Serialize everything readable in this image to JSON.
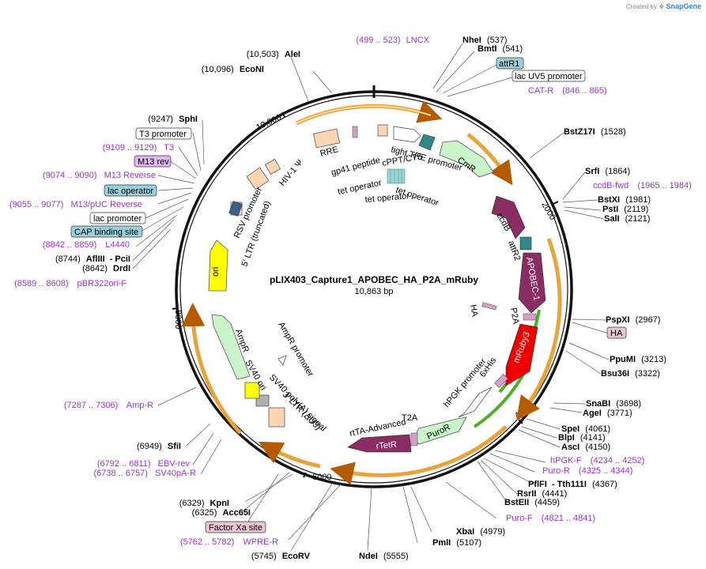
{
  "credit": {
    "prefix": "Created by",
    "brand": "SnapGene"
  },
  "plasmid": {
    "name": "pLIX403_Capture1_APOBEC_HA_P2A_mRuby",
    "length": "10,863 bp"
  },
  "ticks": [
    "2000",
    "4000",
    "6000",
    "8000",
    "10,000"
  ],
  "sites": [
    {
      "name": "NheI",
      "pos": "(537)"
    },
    {
      "name": "BmtI",
      "pos": "(541)"
    },
    {
      "name": "BstZ17I",
      "pos": "(1528)"
    },
    {
      "name": "SrfI",
      "pos": "(1864)"
    },
    {
      "name": "BstXI",
      "pos": "(1981)"
    },
    {
      "name": "PstI",
      "pos": "(2119)"
    },
    {
      "name": "SalI",
      "pos": "(2121)"
    },
    {
      "name": "PspXI",
      "pos": "(2967)"
    },
    {
      "name": "PpuMI",
      "pos": "(3213)"
    },
    {
      "name": "Bsu36I",
      "pos": "(3322)"
    },
    {
      "name": "SnaBI",
      "pos": "(3698)"
    },
    {
      "name": "AgeI",
      "pos": "(3771)"
    },
    {
      "name": "SpeI",
      "pos": "(4061)"
    },
    {
      "name": "BlpI",
      "pos": "(4141)"
    },
    {
      "name": "AscI",
      "pos": "(4150)"
    },
    {
      "name": "PflFI",
      "pos": ""
    },
    {
      "name": "- Tth111I",
      "pos": "(4367)"
    },
    {
      "name": "RsrII",
      "pos": "(4441)"
    },
    {
      "name": "BstEII",
      "pos": "(4459)"
    },
    {
      "name": "XbaI",
      "pos": "(4979)"
    },
    {
      "name": "PmlI",
      "pos": "(5107)"
    },
    {
      "name": "NdeI",
      "pos": "(5555)"
    },
    {
      "name": "EcoRV",
      "pos": "(5745)"
    },
    {
      "name": "Acc65I",
      "pos": "(6325)"
    },
    {
      "name": "KpnI",
      "pos": "(6329)"
    },
    {
      "name": "SfiI",
      "pos": "(6949)"
    },
    {
      "name": "DrdI",
      "pos": "(8642)"
    },
    {
      "name": "AflIII",
      "pos": "(8744)"
    },
    {
      "name": "- PciI",
      "pos": ""
    },
    {
      "name": "SphI",
      "pos": "(9247)"
    },
    {
      "name": "EcoNI",
      "pos": "(10,096)"
    },
    {
      "name": "AleI",
      "pos": "(10,503)"
    }
  ],
  "primers": [
    {
      "name": "LNCX",
      "range": "(499 .. 523)"
    },
    {
      "name": "CAT-R",
      "range": "(846 .. 865)"
    },
    {
      "name": "ccdB-fwd",
      "range": "(1965 .. 1984)"
    },
    {
      "name": "hPGK-F",
      "range": "(4234 .. 4252)"
    },
    {
      "name": "Puro-R",
      "range": "(4325 .. 4344)"
    },
    {
      "name": "Puro-F",
      "range": "(4821 .. 4841)"
    },
    {
      "name": "WPRE-R",
      "range": "(5762 .. 5782)"
    },
    {
      "name": "SV40pA-R",
      "range": "(6738 .. 6757)"
    },
    {
      "name": "EBV-rev",
      "range": "(6792 .. 6811)"
    },
    {
      "name": "Amp-R",
      "range": "(7287 .. 7306)"
    },
    {
      "name": "pBR322ori-F",
      "range": "(8589 .. 8608)"
    },
    {
      "name": "L4440",
      "range": "(8842 .. 8859)"
    },
    {
      "name": "M13/pUC Reverse",
      "range": "(9055 .. 9077)"
    },
    {
      "name": "M13 Reverse",
      "range": "(9074 .. 9090)"
    },
    {
      "name": "T3",
      "range": "(9109 .. 9129)"
    }
  ],
  "boxes": [
    {
      "text": "attR1"
    },
    {
      "text": "lac UV5 promoter"
    },
    {
      "text": "HA"
    },
    {
      "text": "Factor Xa site"
    },
    {
      "text": "CAP binding site"
    },
    {
      "text": "lac promoter"
    },
    {
      "text": "lac operator"
    },
    {
      "text": "M13 rev"
    },
    {
      "text": "T3 promoter"
    }
  ],
  "features": [
    "CmR",
    "ccdB",
    "attR2",
    "APOBEC-1",
    "HA",
    "P2A",
    "mRuby3",
    "6xHis",
    "hPGK promoter",
    "PuroR",
    "T2A",
    "rTetR",
    "rtTA-Advanced",
    "3' LTR (ΔU3)",
    "SV40 poly(A) signal",
    "SV40 ori",
    "AmpR promoter",
    "AmpR",
    "ori",
    "5' LTR (truncated)",
    "RSV promoter",
    "HIV-1 Ψ",
    "RRE",
    "gp41 peptide",
    "cPPT/CTS",
    "tight TRE promoter",
    "tet operator",
    "tet operator",
    "tet operator"
  ],
  "colors": {
    "backbone": "#111111",
    "orf_outline": "#e8a33a",
    "orf_fill": "#f7d99b",
    "cmr": "#c9f5c9",
    "ccdb": "#8a2d63",
    "attr": "#2e8a8a",
    "apobec": "#8a2d63",
    "mruby": "#ee0000",
    "puro": "#c9f5c9",
    "rtetr": "#8a2d63",
    "ori": "#ffff00",
    "ampr": "#c9f5c9",
    "ltr": "#fcd5b4",
    "primer": "#9b30c8",
    "green_arc": "#4caf29"
  }
}
